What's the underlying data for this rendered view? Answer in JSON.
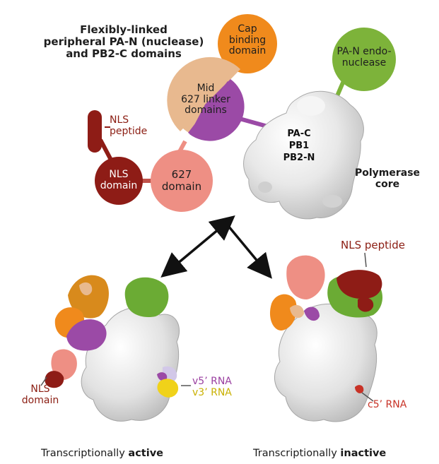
{
  "heading": "Flexibly-linked\nperipheral PA-N (nuclease)\nand PB2-C domains",
  "nodes": {
    "cap": "Cap\nbinding\ndomain",
    "pan": "PA-N endo-\nnuclease",
    "mid": "Mid\n627 linker\ndomains",
    "d627": "627\ndomain",
    "nls": "NLS\ndomain"
  },
  "nls_peptide_top": "NLS\npeptide",
  "core_label": "PA-C\nPB1\nPB2-N",
  "polymerase_core": "Polymerase\ncore",
  "left_panel": {
    "nls_domain": "NLS\ndomain",
    "v5_rna": "v5’ RNA",
    "v3_rna": "v3’ RNA",
    "caption_prefix": "Transcriptionally ",
    "caption_bold": "active"
  },
  "right_panel": {
    "nls_peptide": "NLS peptide",
    "c5_rna": "c5’ RNA",
    "caption_prefix": "Transcriptionally ",
    "caption_bold": "inactive"
  },
  "colors": {
    "cap": "#f08a1c",
    "pan": "#7db33a",
    "mid_tan": "#e8b98f",
    "mid_purple": "#9b4aa6",
    "d627": "#ee8f84",
    "nls": "#8e1c16",
    "core": "#e6e6e6",
    "text_red": "#8b1d12",
    "v3": "#f0d21a"
  }
}
